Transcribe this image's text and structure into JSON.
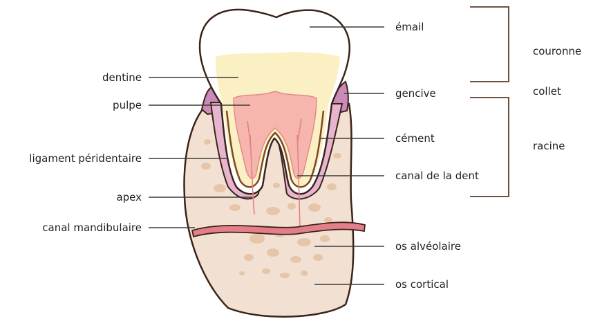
{
  "labels_left": {
    "dentine": "dentine",
    "pulpe": "pulpe",
    "ligament": "ligament péridentaire",
    "apex": "apex",
    "canal_mandibulaire": "canal mandibulaire"
  },
  "labels_right": {
    "email": "émail",
    "gencive": "gencive",
    "cement": "cément",
    "canal_dent": "canal de la dent",
    "os_alveolaire": "os alvéolaire",
    "os_cortical": "os cortical"
  },
  "sections": {
    "couronne": "couronne",
    "collet": "collet",
    "racine": "racine"
  },
  "colors": {
    "enamel": "#ffffff",
    "dentine": "#fbf0c4",
    "pulp": "#f6b6ae",
    "gum": "#c98bb9",
    "cement": "#e7b5cf",
    "bone": "#f2e1d2",
    "bone_spots": "#e6c5a9",
    "outline": "#3b2318",
    "canal": "#e47f8a"
  }
}
